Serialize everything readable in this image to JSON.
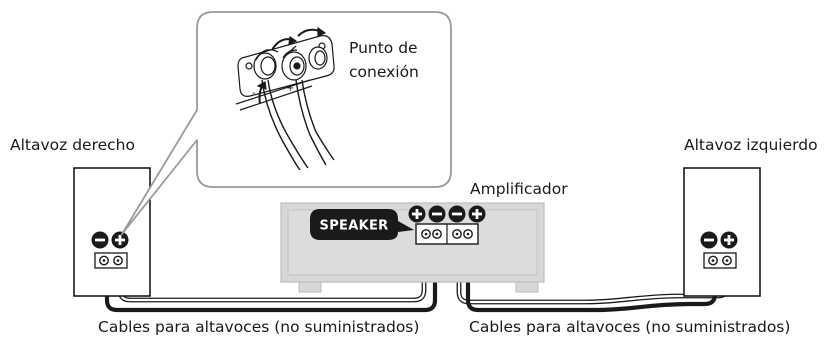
{
  "labels": {
    "connection_point": [
      "Punto de",
      "conexión"
    ],
    "right_speaker": "Altavoz derecho",
    "left_speaker": "Altavoz izquierdo",
    "amplifier": "Amplificador",
    "speaker_badge": "SPEAKER",
    "cables_left": "Cables para altavoces (no suministrados)",
    "cables_right": "Cables para altavoces (no suministrados)",
    "detail_minus": "-",
    "detail_plus": "+"
  },
  "colors": {
    "line": "#1a1a1a",
    "amp_fill": "#d7d7d7",
    "amp_stroke": "#bdbdbd",
    "callout_stroke": "#9a9a9a"
  },
  "icons": {
    "plus": "plus-terminal-icon",
    "minus": "minus-terminal-icon"
  }
}
